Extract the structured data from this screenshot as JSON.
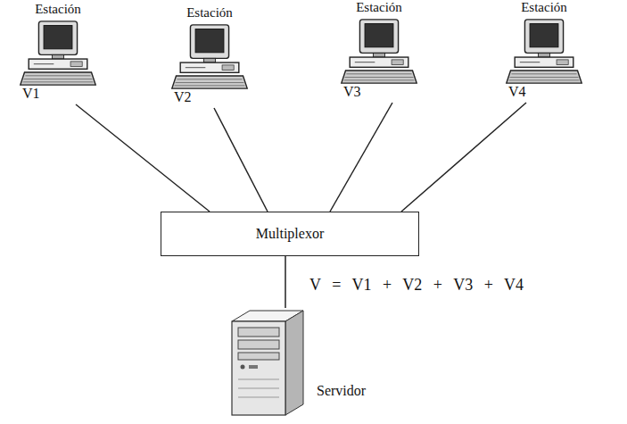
{
  "diagram": {
    "nodes": [
      {
        "text": [
          "Estación",
          "V1"
        ]
      },
      {
        "text": [
          "Estación",
          "V2"
        ]
      },
      {
        "text": [
          "Estación",
          "V3"
        ]
      },
      {
        "text": [
          "Estación",
          "V4"
        ]
      },
      {
        "text": [
          "Multiplexor"
        ]
      },
      {
        "text": [
          "Servidor"
        ]
      }
    ],
    "edges": [
      {
        "from": 0,
        "to": 4,
        "arrow": "none"
      },
      {
        "from": 1,
        "to": 4,
        "arrow": "none"
      },
      {
        "from": 2,
        "to": 4,
        "arrow": "none"
      },
      {
        "from": 3,
        "to": 4,
        "arrow": "none"
      },
      {
        "from": 4,
        "to": 5,
        "arrow": "none",
        "label": "V = V1 + V2 + V3 + V4"
      }
    ]
  }
}
